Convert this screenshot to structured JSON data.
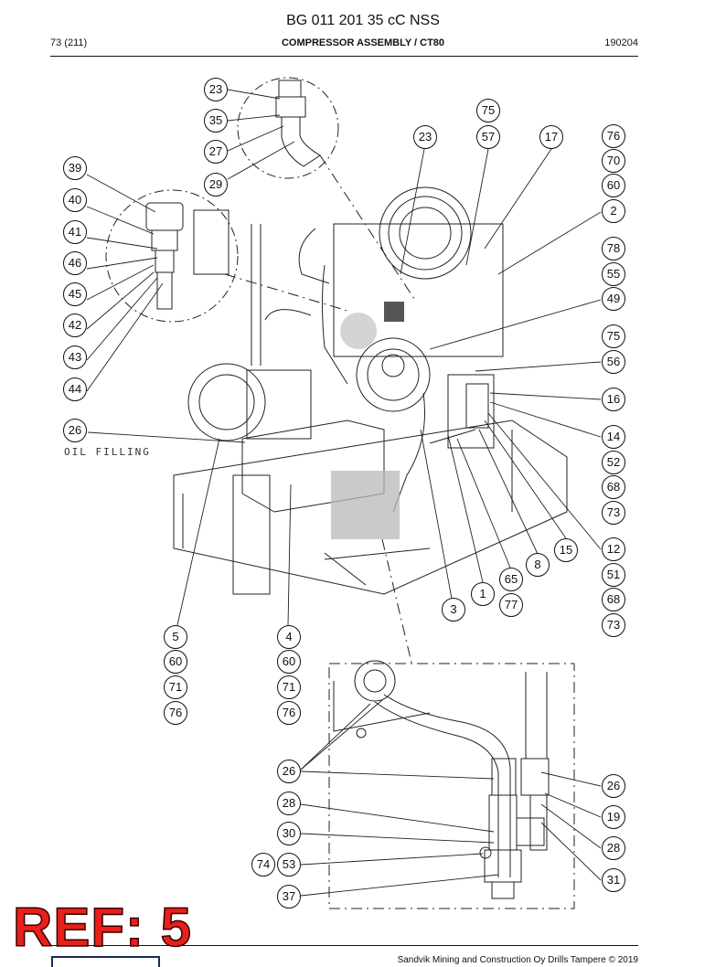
{
  "header": {
    "doc_title": "BG 011 201 35 cC NSS",
    "page": "73 (211)",
    "section": "COMPRESSOR ASSEMBLY / CT80",
    "date": "190204"
  },
  "drawing": {
    "oil_label": "OIL FILLING"
  },
  "callouts": [
    "23",
    "35",
    "27",
    "29",
    "39",
    "40",
    "41",
    "46",
    "45",
    "42",
    "43",
    "44",
    "26",
    "75",
    "23",
    "57",
    "17",
    "76",
    "70",
    "60",
    "2",
    "78",
    "55",
    "49",
    "75",
    "56",
    "16",
    "14",
    "52",
    "68",
    "73",
    "12",
    "51",
    "68",
    "73",
    "15",
    "8",
    "65",
    "77",
    "1",
    "3",
    "5",
    "60",
    "71",
    "76",
    "4",
    "60",
    "71",
    "76",
    "26",
    "28",
    "30",
    "53",
    "74",
    "37",
    "26",
    "19",
    "28",
    "31"
  ],
  "stamp": "REF: 5",
  "footer": "Sandvik Mining and Construction Oy Drills Tampere © 2019"
}
